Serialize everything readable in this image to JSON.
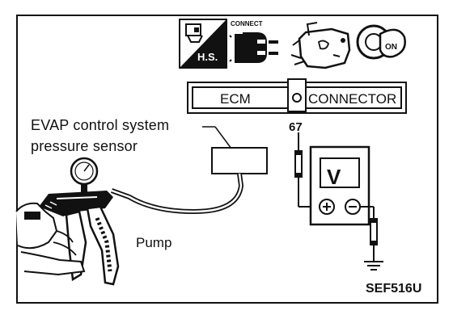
{
  "header_icons": {
    "hs_label": "H.S.",
    "connect_label": "CONNECT",
    "ignition_label": "ON",
    "icons": [
      "hand-tester-icon",
      "connector-plug-icon",
      "engine-icon",
      "ignition-key-icon"
    ]
  },
  "ecm_connector": {
    "left_label": "ECM",
    "right_label": "CONNECTOR"
  },
  "sensor": {
    "label_line1": "EVAP control system",
    "label_line2": "pressure sensor"
  },
  "terminal": {
    "pin_number": "67"
  },
  "voltmeter": {
    "unit_label": "V",
    "positive_symbol": "+",
    "negative_symbol": "−"
  },
  "pump": {
    "label": "Pump"
  },
  "figure_code": "SEF516U"
}
